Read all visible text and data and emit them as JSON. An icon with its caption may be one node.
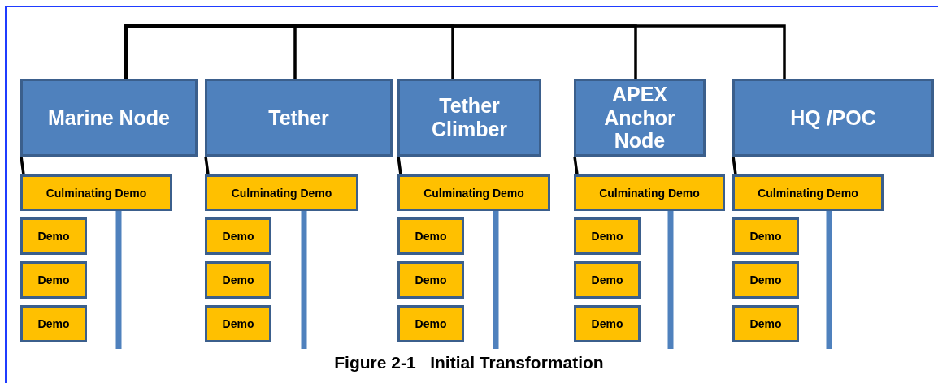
{
  "diagram": {
    "caption": "Figure 2-1   Initial Transformation",
    "nodes": [
      {
        "text": [
          "Marine Node"
        ]
      },
      {
        "text": [
          "Tether"
        ]
      },
      {
        "text": [
          "Tether Climber"
        ]
      },
      {
        "text": [
          "APEX Anchor Node"
        ]
      },
      {
        "text": [
          "HQ /POC"
        ]
      },
      {
        "text": [
          "Culminating Demo"
        ]
      },
      {
        "text": [
          "Demo"
        ]
      },
      {
        "text": [
          "Demo"
        ]
      },
      {
        "text": [
          "Demo"
        ]
      },
      {
        "text": [
          "Culminating Demo"
        ]
      },
      {
        "text": [
          "Demo"
        ]
      },
      {
        "text": [
          "Demo"
        ]
      },
      {
        "text": [
          "Demo"
        ]
      },
      {
        "text": [
          "Culminating Demo"
        ]
      },
      {
        "text": [
          "Demo"
        ]
      },
      {
        "text": [
          "Demo"
        ]
      },
      {
        "text": [
          "Demo"
        ]
      },
      {
        "text": [
          "Culminating Demo"
        ]
      },
      {
        "text": [
          "Demo"
        ]
      },
      {
        "text": [
          "Demo"
        ]
      },
      {
        "text": [
          "Demo"
        ]
      },
      {
        "text": [
          "Culminating Demo"
        ]
      },
      {
        "text": [
          "Demo"
        ]
      },
      {
        "text": [
          "Demo"
        ]
      },
      {
        "text": [
          "Demo"
        ]
      }
    ],
    "edges": [
      {
        "from": 0,
        "to": 1,
        "arrow": "none"
      },
      {
        "from": 0,
        "to": 2,
        "arrow": "none"
      },
      {
        "from": 0,
        "to": 3,
        "arrow": "none"
      },
      {
        "from": 0,
        "to": 4,
        "arrow": "none"
      },
      {
        "from": 0,
        "to": 5,
        "arrow": "none"
      },
      {
        "from": 1,
        "to": 9,
        "arrow": "none"
      },
      {
        "from": 2,
        "to": 13,
        "arrow": "none"
      },
      {
        "from": 3,
        "to": 17,
        "arrow": "none"
      },
      {
        "from": 4,
        "to": 21,
        "arrow": "none"
      },
      {
        "from": 5,
        "to": null,
        "arrow": "none",
        "style": "thick",
        "color": "#4f81bd"
      },
      {
        "from": 9,
        "to": null,
        "arrow": "none",
        "style": "thick",
        "color": "#4f81bd"
      },
      {
        "from": 13,
        "to": null,
        "arrow": "none",
        "style": "thick",
        "color": "#4f81bd"
      },
      {
        "from": 17,
        "to": null,
        "arrow": "none",
        "style": "thick",
        "color": "#4f81bd"
      },
      {
        "from": 21,
        "to": null,
        "arrow": "none",
        "style": "thick",
        "color": "#4f81bd"
      }
    ]
  }
}
